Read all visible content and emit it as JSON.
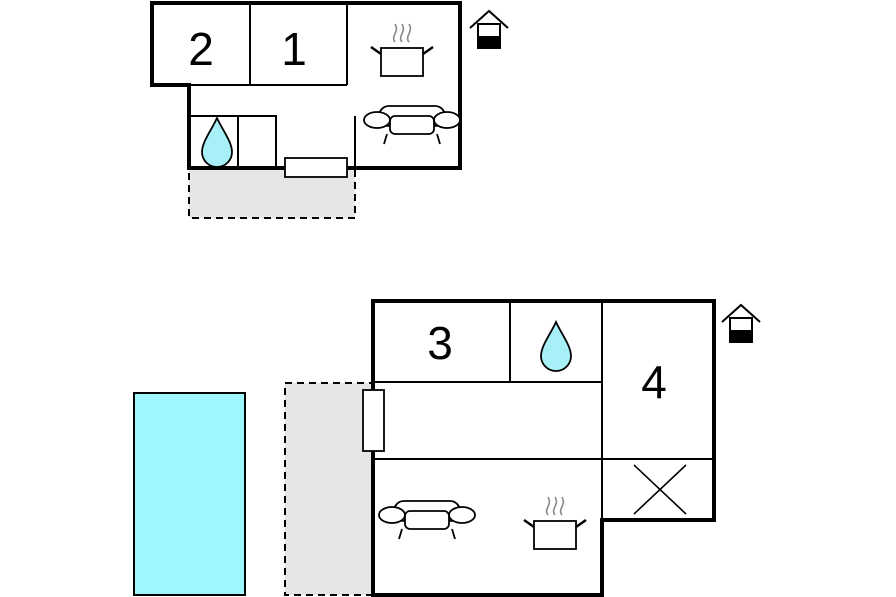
{
  "diagram": {
    "rooms": [
      {
        "id": "bedroom-2",
        "label": "2"
      },
      {
        "id": "bedroom-1",
        "label": "1"
      },
      {
        "id": "bedroom-3",
        "label": "3"
      },
      {
        "id": "bedroom-4",
        "label": "4"
      }
    ],
    "icons": {
      "upper": [
        "home-entrance-icon",
        "kitchen-pot-icon",
        "sofa-icon",
        "bathroom-drop-icon"
      ],
      "lower": [
        "home-entrance-icon",
        "bathroom-drop-icon",
        "sofa-icon",
        "kitchen-pot-icon",
        "storage-x-icon"
      ]
    },
    "colors": {
      "wall": "#000000",
      "terrace": "#e6e6e6",
      "water_drop": "#a8f0f8",
      "pool": "#9ef7ff"
    }
  }
}
